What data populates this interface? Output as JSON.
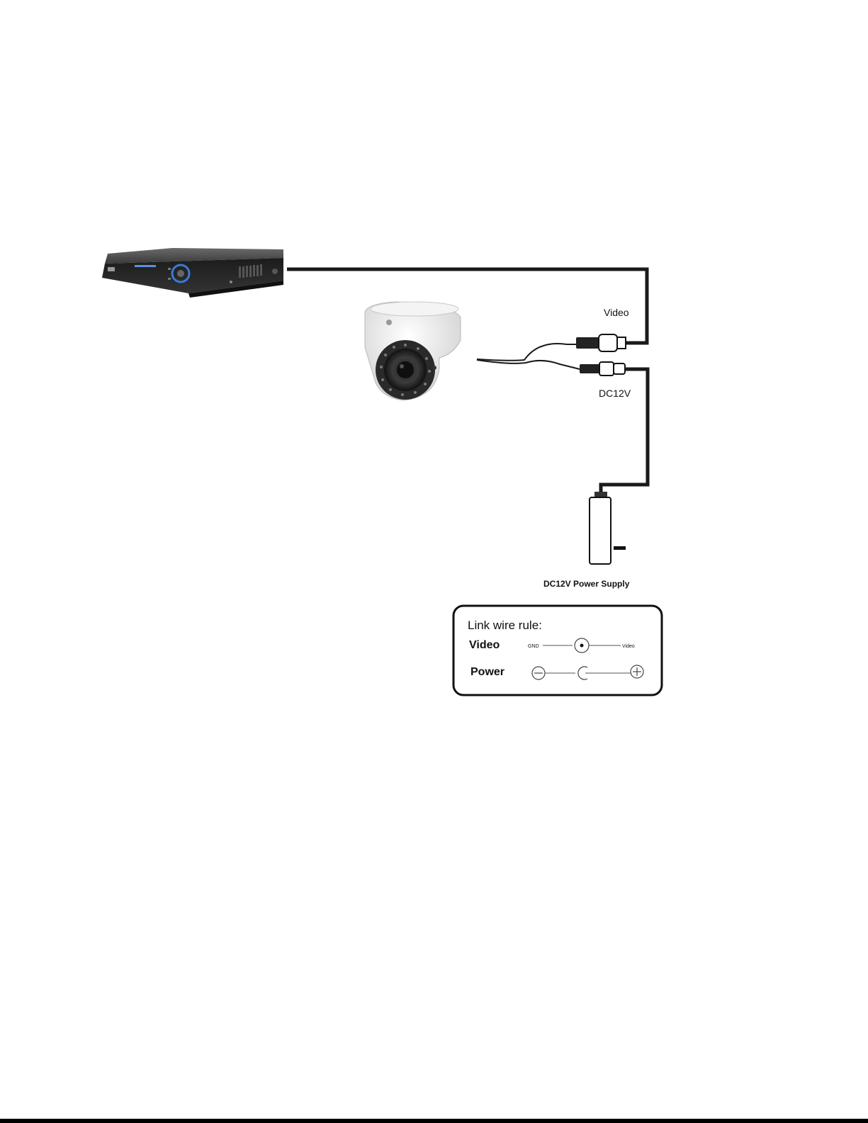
{
  "labels": {
    "video": "Video",
    "dc12v": "DC12V",
    "power_supply": "DC12V  Power Supply"
  },
  "legend": {
    "title": "Link wire rule:",
    "video_row": {
      "label": "Video",
      "left": "GND",
      "right": "Video"
    },
    "power_row": {
      "label": "Power"
    }
  },
  "colors": {
    "cable": "#1a1a1a",
    "dvr_body": "#2b2b2b",
    "dvr_led": "#3a7bd5",
    "camera": "#e9e9e9"
  },
  "icons": [
    "dvr-recorder-icon",
    "dome-camera-icon",
    "bnc-connector-icon",
    "dc-plug-icon",
    "power-adapter-icon",
    "minus-icon",
    "plus-icon"
  ]
}
